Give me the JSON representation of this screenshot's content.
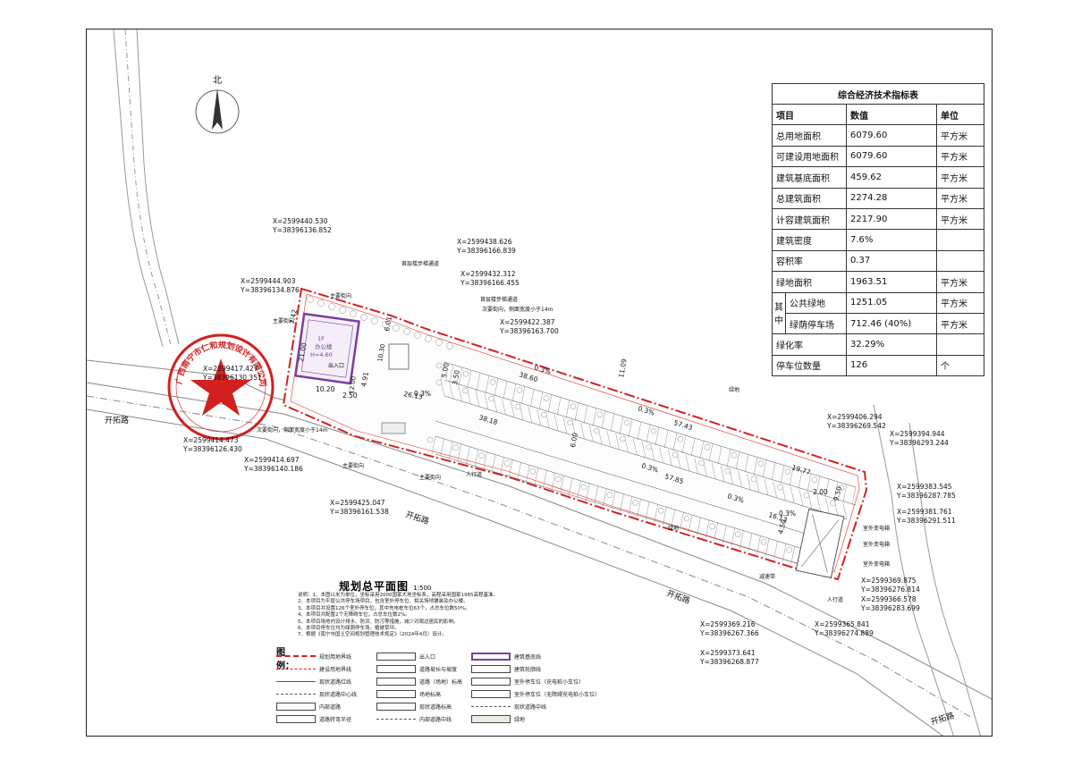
{
  "table": {
    "title": "综合经济技术指标表",
    "headers": [
      "项目",
      "数值",
      "单位"
    ],
    "rows": [
      {
        "item": "总用地面积",
        "value": "6079.60",
        "unit": "平方米"
      },
      {
        "item": "可建设用地面积",
        "value": "6079.60",
        "unit": "平方米"
      },
      {
        "item": "建筑基底面积",
        "value": "459.62",
        "unit": "平方米"
      },
      {
        "item": "总建筑面积",
        "value": "2274.28",
        "unit": "平方米"
      },
      {
        "item": "计容建筑面积",
        "value": "2217.90",
        "unit": "平方米"
      },
      {
        "item": "建筑密度",
        "value": "7.6%",
        "unit": ""
      },
      {
        "item": "容积率",
        "value": "0.37",
        "unit": ""
      },
      {
        "item": "绿地面积",
        "value": "1963.51",
        "unit": "平方米"
      }
    ],
    "sub_label_1": "其",
    "sub_label_2": "中",
    "sub_rows": [
      {
        "item": "公共绿地",
        "value": "1251.05",
        "unit": "平方米"
      },
      {
        "item": "绿荫停车场",
        "value": "712.46 (40%)",
        "unit": "平方米"
      }
    ],
    "tail_rows": [
      {
        "item": "绿化率",
        "value": "32.29%",
        "unit": ""
      },
      {
        "item": "停车位数量",
        "value": "126",
        "unit": "个"
      }
    ]
  },
  "north": "北",
  "plan_title": "规划总平面图",
  "plan_scale": "1:500",
  "notes": [
    "说明：1、本图以米为单位，坐标采用2000国家大地坐标系，高程采用国家1985高程基准。",
    "2、本项目为平层公共停车场项目，包含室外停车位、相关场地铺装及办公楼。",
    "3、本项目共设置126个室外停车位，其中充电桩车位63个，占总车位数50%。",
    "4、本项目共配置2个无障碍车位，占总车位数2%。",
    "5、本项目场地内设计排水、防洪、防污等措施，减少对周边居民的影响。",
    "6、本项目停车位均为绿荫停车场，植被草坪。",
    "7、根据《南宁市国土空间规划管理技术规定》（2024年4月）设计。"
  ],
  "legend": {
    "title": "图例：",
    "items": [
      {
        "label": "规划用地界线",
        "type": "redline"
      },
      {
        "label": "出入口",
        "type": "arrow"
      },
      {
        "label": "建筑基底线",
        "type": "purple"
      },
      {
        "label": "建设用地界线",
        "type": "dashred"
      },
      {
        "label": "道路坡长与坡度",
        "type": "slope"
      },
      {
        "label": "建筑轮廓线",
        "type": "box"
      },
      {
        "label": "现状道路红线",
        "type": "thinline"
      },
      {
        "label": "道路（场地）标高",
        "type": "tri"
      },
      {
        "label": "室外停车位（充电桩小车位）",
        "type": "park"
      },
      {
        "label": "现状道路中心线",
        "type": "dashdot"
      },
      {
        "label": "场地标高",
        "type": "mark"
      },
      {
        "label": "室外停车位（无障碍充电桩小车位）",
        "type": "park2"
      },
      {
        "label": "内部道路",
        "type": "road"
      },
      {
        "label": "现状道路标高",
        "type": "mark2"
      },
      {
        "label": "现状道路中线",
        "type": "center"
      },
      {
        "label": "道路转弯半径",
        "type": "turn"
      },
      {
        "label": "内部道路中线",
        "type": "dash"
      },
      {
        "label": "绿地",
        "type": "green"
      }
    ]
  },
  "roads": {
    "left": "开拓路",
    "middle": "开拓路",
    "lower": "开拓路",
    "bottom_right": "开拓路"
  },
  "seal": "广西南宁市仁和规划设计有限公司",
  "building": {
    "label1": "1F",
    "label2": "办公楼",
    "label3": "H=4.60",
    "dim_w": "12.00",
    "dim_h": "10.30"
  },
  "labels": {
    "main_entrance_top": "主要街向",
    "main_entrance_left": "主要街向",
    "main_entrance_bottom": "主要街向",
    "main_entrance_bottom2": "主要街向",
    "east_entry_1": "室外变电箱",
    "east_entry_2": "室外变电箱",
    "east_entry_3": "室外变电箱",
    "people_1": "人行道",
    "people_2": "人行道",
    "green_1": "绿地",
    "green_2": "绿地",
    "exit_1": "出入口",
    "exit_2": "减速带",
    "sub_road": "次要街向，侧面宽度小于14m",
    "sub_road2": "次要街向，侧面宽度小于14m",
    "sub_road3": "首层楼步梯通道",
    "sub_road4": "首层楼步梯通道"
  },
  "coords": [
    "X=2599440.530",
    "Y=38396136.852",
    "X=2599444.903",
    "Y=38396134.876",
    "X=2599417.427",
    "Y=38396130.351",
    "X=2599414.473",
    "Y=38396126.430",
    "X=2599414.697",
    "Y=38396140.186",
    "X=2599425.047",
    "Y=38396161.538",
    "X=2599438.626",
    "Y=38396166.839",
    "X=2599432.312",
    "Y=38396166.455",
    "X=2599422.387",
    "Y=38396163.700",
    "X=2599406.294",
    "Y=38396269.542",
    "X=2599394.944",
    "Y=38396293.244",
    "X=2599383.545",
    "Y=38396287.785",
    "X=2599381.761",
    "Y=38396291.511",
    "X=2599369.875",
    "Y=38396276.814",
    "X=2599366.578",
    "Y=38396283.699",
    "X=2599365.841",
    "Y=38396274.889",
    "X=2599369.216",
    "Y=38396267.366",
    "X=2599373.641",
    "Y=38396268.877"
  ],
  "dims": [
    "7.42",
    "21.00",
    "10.20",
    "2.50",
    "4.91",
    "6.01",
    "5.00",
    "3.50",
    "6.00",
    "38.60",
    "38.18",
    "26.13",
    "57.43",
    "57.85",
    "11.09",
    "16.13",
    "19.77",
    "2.00",
    "9.50",
    "4.50",
    "0.3%",
    "0.3%",
    "0.3%",
    "0.3%",
    "0.3%",
    "0.3%"
  ]
}
